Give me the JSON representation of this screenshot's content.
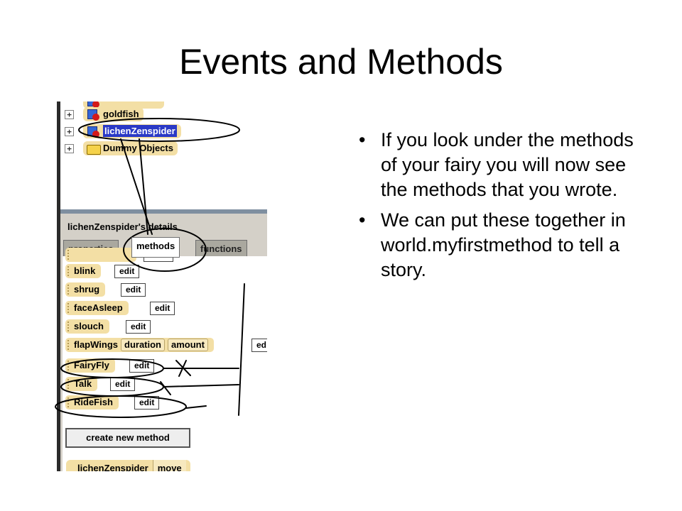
{
  "slide": {
    "title": "Events and Methods",
    "bullets": [
      "If you look under the methods of your fairy you will now see the methods that you wrote.",
      "We can put these together in world.myfirstmethod to tell a story."
    ]
  },
  "screenshot": {
    "tree_items": [
      {
        "label": "goldfish",
        "icon": "object-icon"
      },
      {
        "label": "lichenZenspider",
        "icon": "object-icon",
        "selected": true
      },
      {
        "label": "Dummy Objects",
        "icon": "folder-icon"
      }
    ],
    "details_title": "lichenZenspider's details",
    "tabs": [
      "properties",
      "methods",
      "functions"
    ],
    "active_tab": "methods",
    "methods": [
      {
        "name": "blink",
        "edit": "edit"
      },
      {
        "name": "shrug",
        "edit": "edit"
      },
      {
        "name": "faceAsleep",
        "edit": "edit"
      },
      {
        "name": "slouch",
        "edit": "edit"
      },
      {
        "name": "flapWings",
        "params": [
          "duration",
          "amount"
        ],
        "edit": "ed"
      },
      {
        "name": "FairyFly",
        "edit": "edit"
      },
      {
        "name": "Talk",
        "edit": "edit"
      },
      {
        "name": "RideFish",
        "edit": "edit"
      }
    ],
    "create_button": "create new method",
    "bottom_tile": {
      "object": "lichenZenspider",
      "method": "move"
    }
  },
  "colors": {
    "selection": "#2a39c6",
    "tile": "#f3dfa5",
    "panel": "#d4d0c8"
  }
}
